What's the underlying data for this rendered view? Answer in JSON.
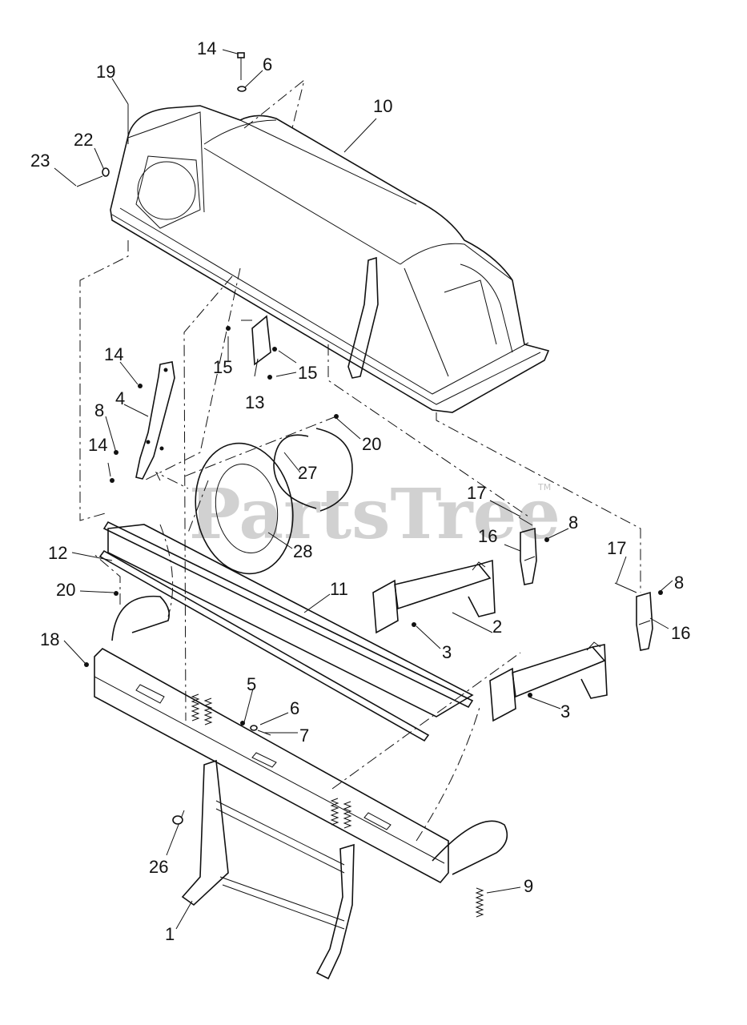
{
  "watermark": {
    "text": "PartsTree",
    "trademark": "TM"
  },
  "callouts": [
    {
      "id": "c14a",
      "label": "14"
    },
    {
      "id": "c6a",
      "label": "6"
    },
    {
      "id": "c19",
      "label": "19"
    },
    {
      "id": "c10",
      "label": "10"
    },
    {
      "id": "c22",
      "label": "22"
    },
    {
      "id": "c23",
      "label": "23"
    },
    {
      "id": "c14b",
      "label": "14"
    },
    {
      "id": "c15a",
      "label": "15"
    },
    {
      "id": "c15b",
      "label": "15"
    },
    {
      "id": "c4",
      "label": "4"
    },
    {
      "id": "c13",
      "label": "13"
    },
    {
      "id": "c8a",
      "label": "8"
    },
    {
      "id": "c20a",
      "label": "20"
    },
    {
      "id": "c14c",
      "label": "14"
    },
    {
      "id": "c27",
      "label": "27"
    },
    {
      "id": "c17a",
      "label": "17"
    },
    {
      "id": "c8b",
      "label": "8"
    },
    {
      "id": "c16a",
      "label": "16"
    },
    {
      "id": "c28",
      "label": "28"
    },
    {
      "id": "c12",
      "label": "12"
    },
    {
      "id": "c17b",
      "label": "17"
    },
    {
      "id": "c11",
      "label": "11"
    },
    {
      "id": "c8c",
      "label": "8"
    },
    {
      "id": "c20b",
      "label": "20"
    },
    {
      "id": "c2",
      "label": "2"
    },
    {
      "id": "c16b",
      "label": "16"
    },
    {
      "id": "c18",
      "label": "18"
    },
    {
      "id": "c3a",
      "label": "3"
    },
    {
      "id": "c5",
      "label": "5"
    },
    {
      "id": "c3b",
      "label": "3"
    },
    {
      "id": "c6b",
      "label": "6"
    },
    {
      "id": "c7",
      "label": "7"
    },
    {
      "id": "c26",
      "label": "26"
    },
    {
      "id": "c9",
      "label": "9"
    },
    {
      "id": "c1",
      "label": "1"
    }
  ]
}
